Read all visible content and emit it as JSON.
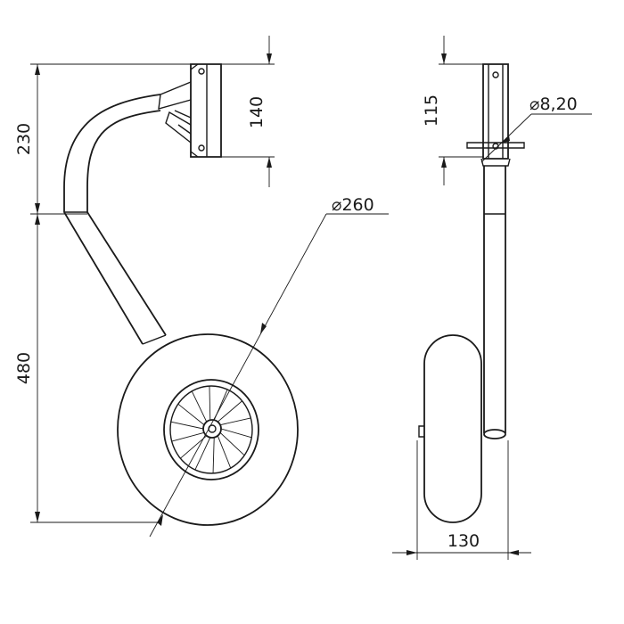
{
  "dimensions": {
    "height_total_upper": "230",
    "bracket_height": "140",
    "height_lower": "480",
    "wheel_diameter": "260",
    "side_bracket_height": "115",
    "pin_diameter": "8,20",
    "wheel_width": "130"
  },
  "symbols": {
    "diameter": "⌀"
  }
}
